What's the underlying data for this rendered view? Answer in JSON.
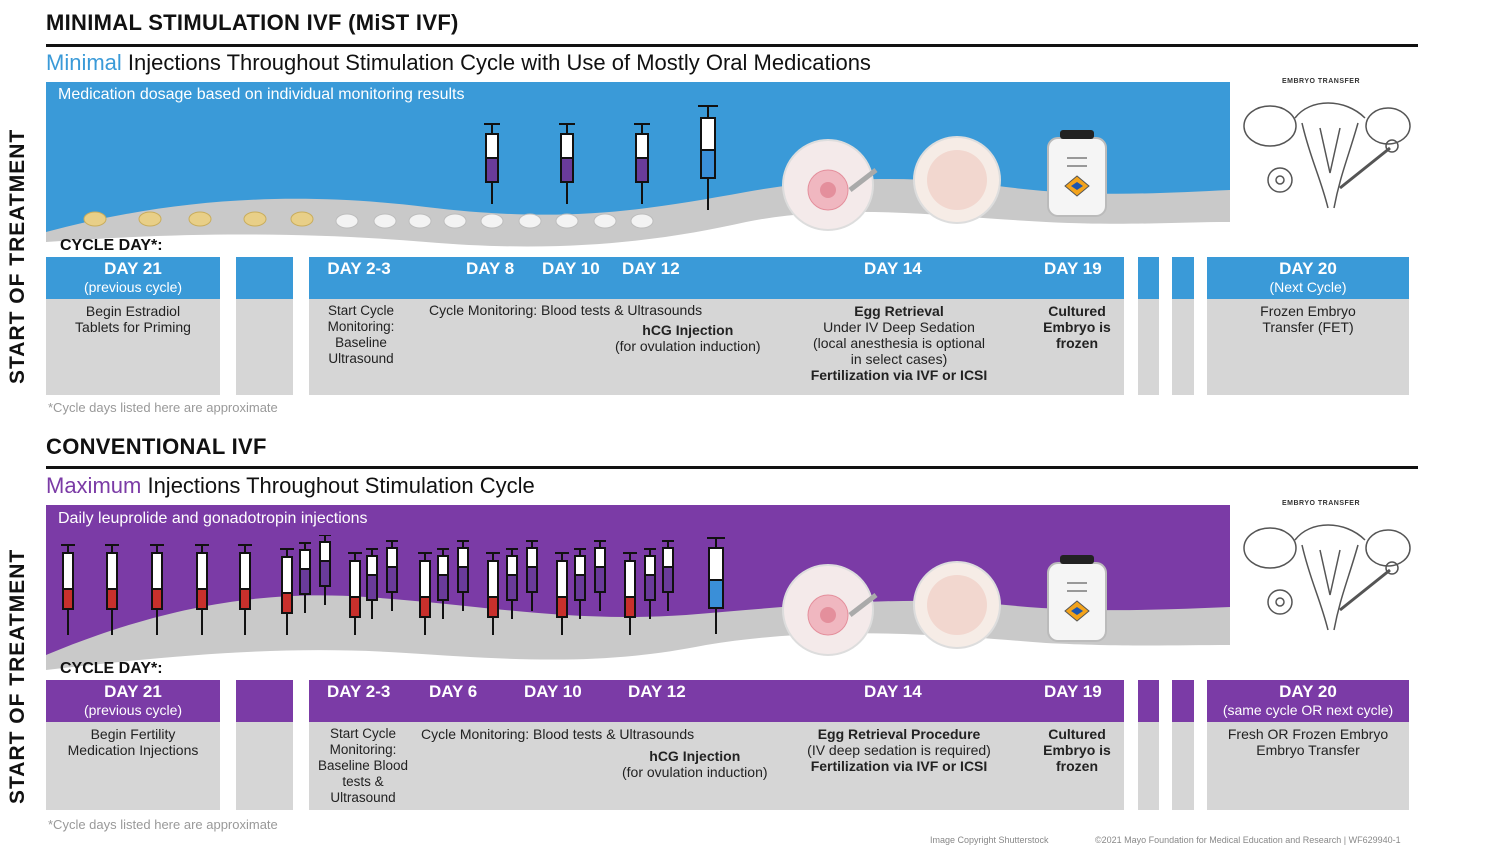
{
  "side_label": "START OF TREATMENT",
  "mist": {
    "title": "MINIMAL STIMULATION IVF (MiST IVF)",
    "subtitle_highlight": "Minimal",
    "subtitle_rest": " Injections Throughout  Stimulation Cycle with Use of Mostly Oral Medications",
    "band_text": "Medication dosage based on individual monitoring results",
    "cycle_day_label": "CYCLE DAY*:",
    "columns": [
      {
        "day": "DAY 21",
        "sub": "(previous cycle)",
        "desc": "Begin Estradiol Tablets for Priming"
      },
      {
        "day": "DAY 2-3",
        "desc": "Start Cycle Monitoring: Baseline Ultrasound"
      },
      {
        "day": "DAY 8"
      },
      {
        "day": "DAY 10"
      },
      {
        "day": "DAY 12"
      },
      {
        "day": "DAY 14"
      },
      {
        "day": "DAY 19",
        "desc": "Cultured Embryo is frozen"
      },
      {
        "day": "DAY 20",
        "sub": "(Next Cycle)",
        "desc": "Frozen Embryo Transfer (FET)"
      }
    ],
    "monitoring": "Cycle Monitoring: Blood tests & Ultrasounds",
    "hcg_title": "hCG Injection",
    "hcg_sub": "(for ovulation induction)",
    "retrieval_title": "Egg Retrieval",
    "retrieval_lines": [
      "Under IV Deep Sedation",
      "(local anesthesia is optional",
      "in select cases)"
    ],
    "fertilization": "Fertilization via IVF or ICSI",
    "note": "*Cycle days listed here are approximate",
    "et_label": "EMBRYO TRANSFER"
  },
  "conventional": {
    "title": "CONVENTIONAL IVF",
    "subtitle_highlight": "Maximum",
    "subtitle_rest": " Injections Throughout Stimulation Cycle",
    "band_text": "Daily leuprolide and gonadotropin injections",
    "cycle_day_label": "CYCLE DAY*:",
    "columns": [
      {
        "day": "DAY 21",
        "sub": "(previous cycle)",
        "desc": "Begin Fertility Medication Injections"
      },
      {
        "day": "DAY 2-3",
        "desc": "Start Cycle Monitoring: Baseline Blood tests & Ultrasound"
      },
      {
        "day": "DAY 6"
      },
      {
        "day": "DAY 10"
      },
      {
        "day": "DAY 12"
      },
      {
        "day": "DAY 14"
      },
      {
        "day": "DAY 19",
        "desc": "Cultured Embryo is frozen"
      },
      {
        "day": "DAY 20",
        "sub": "(same cycle OR next cycle)",
        "desc": "Fresh OR Frozen Embryo Embryo Transfer"
      }
    ],
    "monitoring": "Cycle Monitoring: Blood tests & Ultrasounds",
    "hcg_title": "hCG Injection",
    "hcg_sub": "(for ovulation induction)",
    "retrieval_title": "Egg Retrieval Procedure",
    "retrieval_lines": [
      "(IV deep sedation is required)"
    ],
    "fertilization": "Fertilization via IVF or ICSI",
    "note": "*Cycle days listed here are approximate",
    "et_label": "EMBRYO TRANSFER"
  },
  "credits": {
    "image": "Image Copyright Shutterstock",
    "mayo": "©2021 Mayo Foundation for Medical Education and Research  |  WF629940-1"
  },
  "colors": {
    "mist_blue": "#3a9ad8",
    "conv_purple": "#7b3ba6",
    "panel_gray": "#d6d6d6",
    "wave_gray": "#c9c9c9"
  }
}
